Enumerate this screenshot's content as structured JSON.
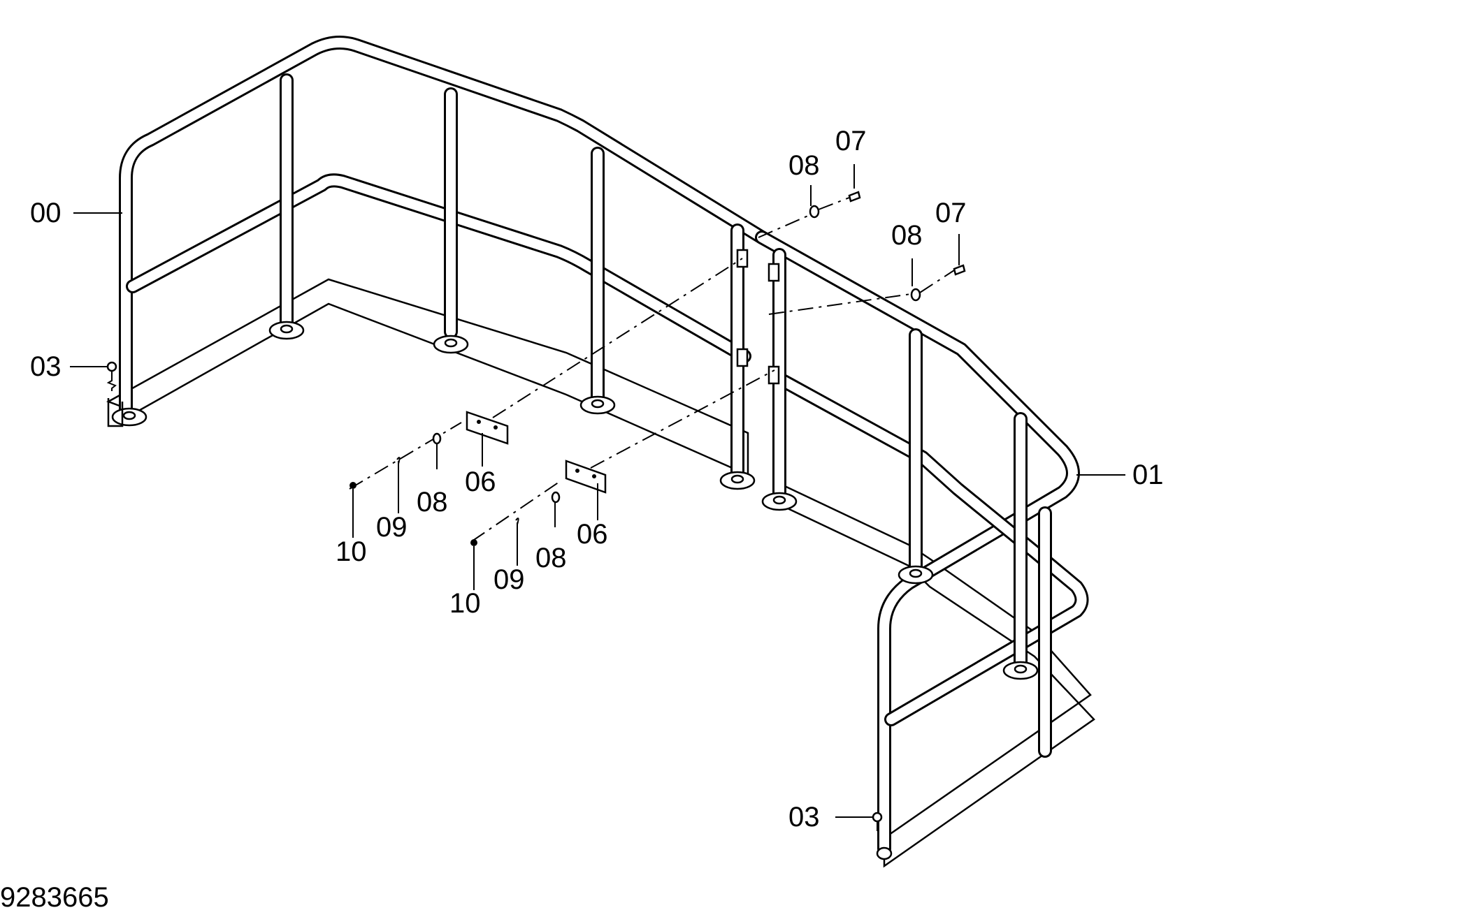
{
  "drawing_number": "9283665",
  "callouts": {
    "c00": "00",
    "c01": "01",
    "c03_left": "03",
    "c03_right": "03",
    "c06_a": "06",
    "c06_b": "06",
    "c07_a": "07",
    "c07_b": "07",
    "c08_a": "08",
    "c08_b": "08",
    "c08_c": "08",
    "c08_d": "08",
    "c09_a": "09",
    "c09_b": "09",
    "c10_a": "10",
    "c10_b": "10"
  }
}
